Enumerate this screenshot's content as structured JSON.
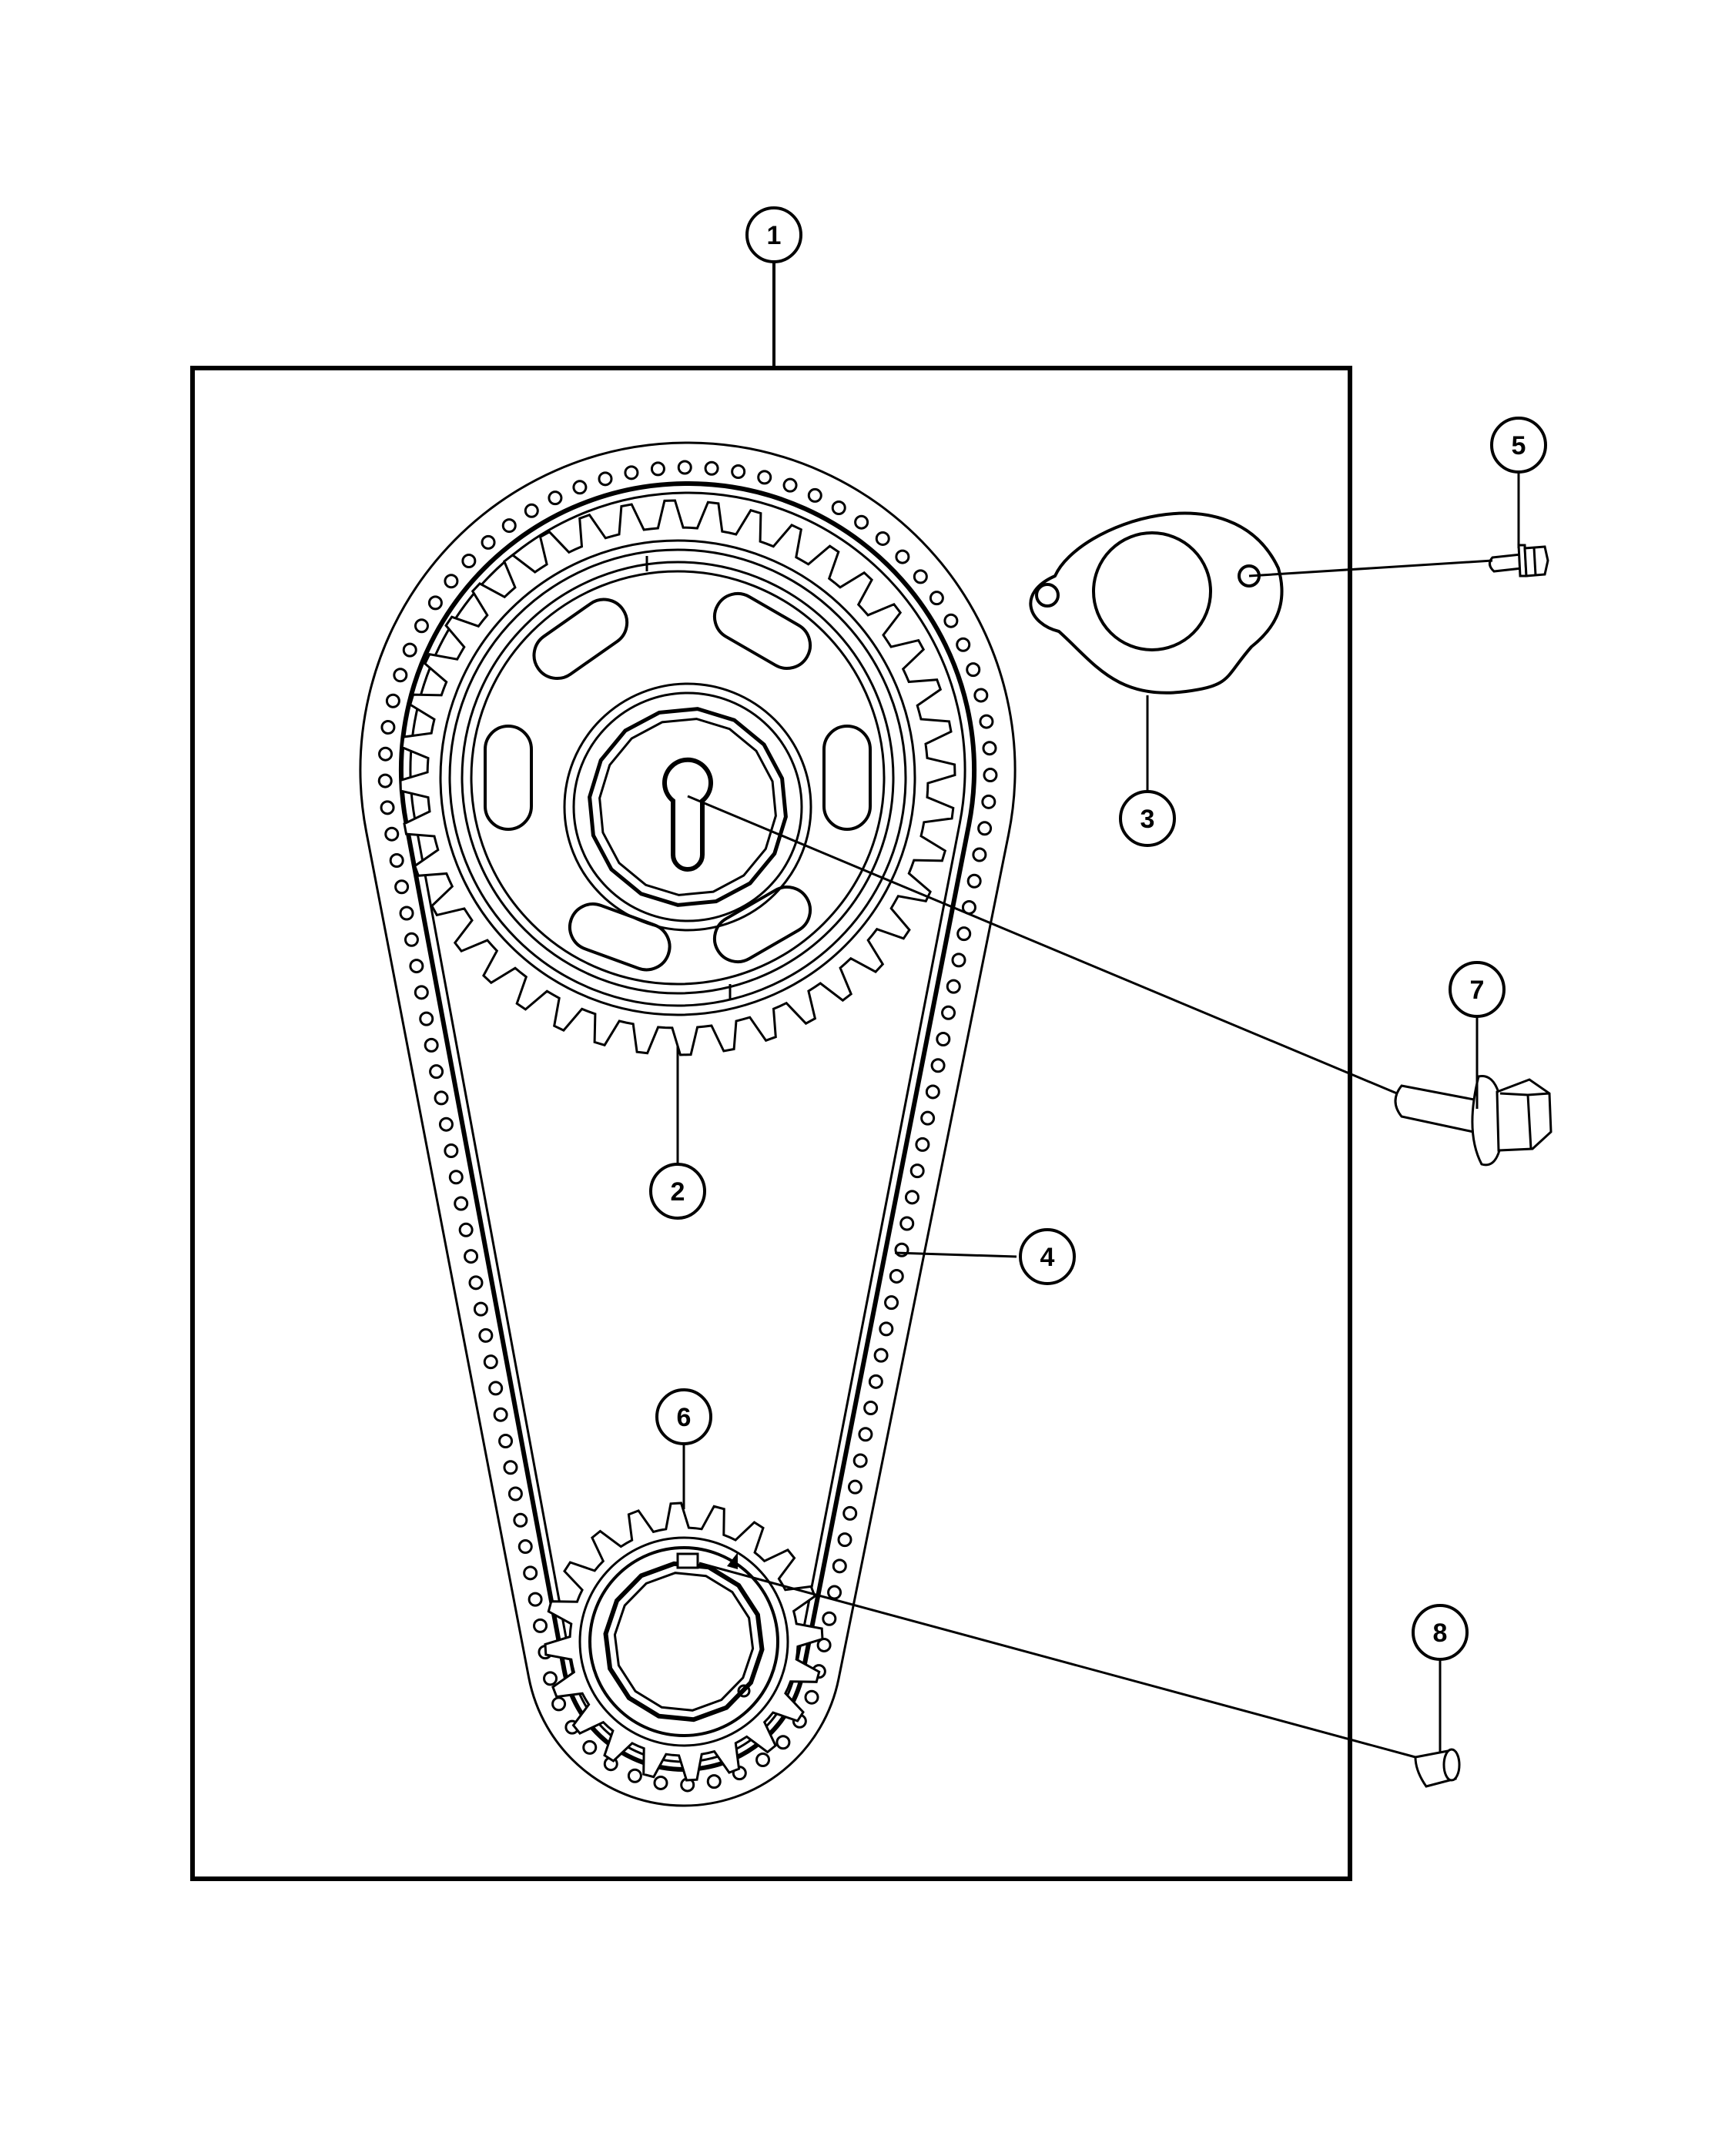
{
  "colors": {
    "ink": "#000000",
    "paper": "#ffffff"
  },
  "callouts": [
    {
      "id": "1",
      "label": "1"
    },
    {
      "id": "2",
      "label": "2"
    },
    {
      "id": "3",
      "label": "3"
    },
    {
      "id": "4",
      "label": "4"
    },
    {
      "id": "5",
      "label": "5"
    },
    {
      "id": "6",
      "label": "6"
    },
    {
      "id": "7",
      "label": "7"
    },
    {
      "id": "8",
      "label": "8"
    }
  ],
  "parts": {
    "cam_sprocket_teeth": 40,
    "crank_sprocket_teeth": 20
  }
}
